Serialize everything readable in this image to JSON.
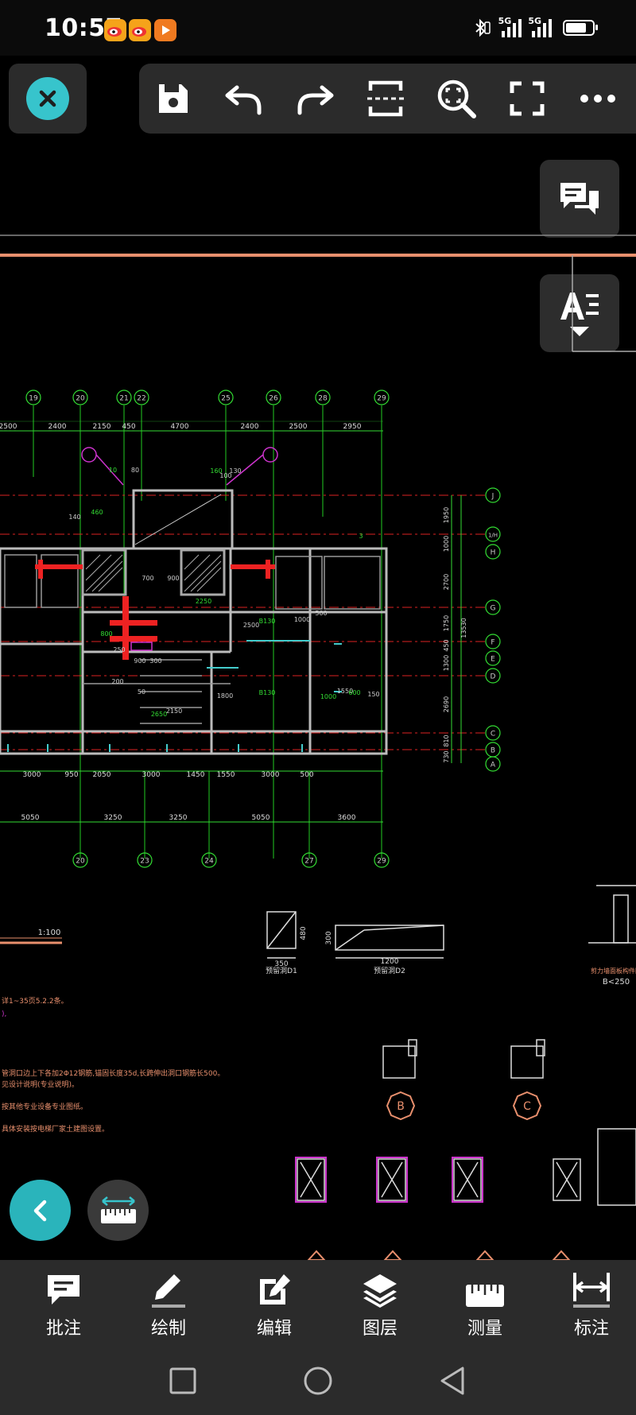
{
  "status_bar": {
    "time": "10:57",
    "network_1": "5G",
    "network_2": "5G"
  },
  "toolbar": {
    "icons": [
      "save-icon",
      "undo-icon",
      "redo-icon",
      "section-icon",
      "zoom-icon",
      "fullscreen-icon",
      "more-icon"
    ]
  },
  "bottom_nav": {
    "items": [
      {
        "label": "批注",
        "icon": "comment-icon"
      },
      {
        "label": "绘制",
        "icon": "pencil-icon"
      },
      {
        "label": "编辑",
        "icon": "edit-icon"
      },
      {
        "label": "图层",
        "icon": "layers-icon"
      },
      {
        "label": "测量",
        "icon": "ruler-icon"
      },
      {
        "label": "标注",
        "icon": "dimension-icon"
      }
    ]
  },
  "drawing": {
    "grid_top": [
      "19",
      "20",
      "21",
      "22",
      "25",
      "26",
      "28",
      "29"
    ],
    "grid_bottom": [
      "20",
      "23",
      "24",
      "27",
      "29"
    ],
    "grid_right": [
      "J",
      "1/H",
      "H",
      "G",
      "F",
      "E",
      "D",
      "C",
      "B",
      "A"
    ],
    "dims_top": [
      "2500",
      "2400",
      "2150",
      "450",
      "4700",
      "2400",
      "2500",
      "2950"
    ],
    "dims_bottom_1": [
      "3000",
      "950",
      "2050",
      "3000",
      "1450",
      "1550",
      "3000",
      "500"
    ],
    "dims_bottom_2": [
      "5050",
      "3250",
      "3250",
      "5050",
      "3600"
    ],
    "dims_right": [
      "1950",
      "1000",
      "2700",
      "1750",
      "450",
      "1300",
      "2690",
      "810",
      "730"
    ],
    "dim_total_right": "13530",
    "scale": "1:100",
    "detail_labels": [
      "预留洞D1",
      "预留洞D2"
    ],
    "detail_dims": [
      "350",
      "480",
      "300",
      "1200"
    ],
    "section_labels": [
      "B",
      "C"
    ],
    "room_labels": [
      "B130",
      "B130"
    ],
    "wall_note": "B<250",
    "wall_title": "剪力墙面板构件图",
    "note_lines": [
      "详1~35页5.2.2条。",
      "),",
      "管洞口边上下各加2Φ12钢筋,锚固长度35d,长跨伸出洞口钢筋长500。",
      "见设计说明(专业说明)。",
      "按其他专业设备专业图纸。",
      "具体安装按电梯厂家土建图设置。"
    ],
    "misc_numbers": [
      "10",
      "80",
      "140",
      "460",
      "700",
      "900",
      "2250",
      "2500",
      "1000",
      "160",
      "100",
      "130",
      "3",
      "500",
      "1800",
      "1000",
      "150",
      "1550",
      "600",
      "900",
      "300",
      "2650",
      "2150",
      "250",
      "800",
      "200",
      "50"
    ]
  }
}
